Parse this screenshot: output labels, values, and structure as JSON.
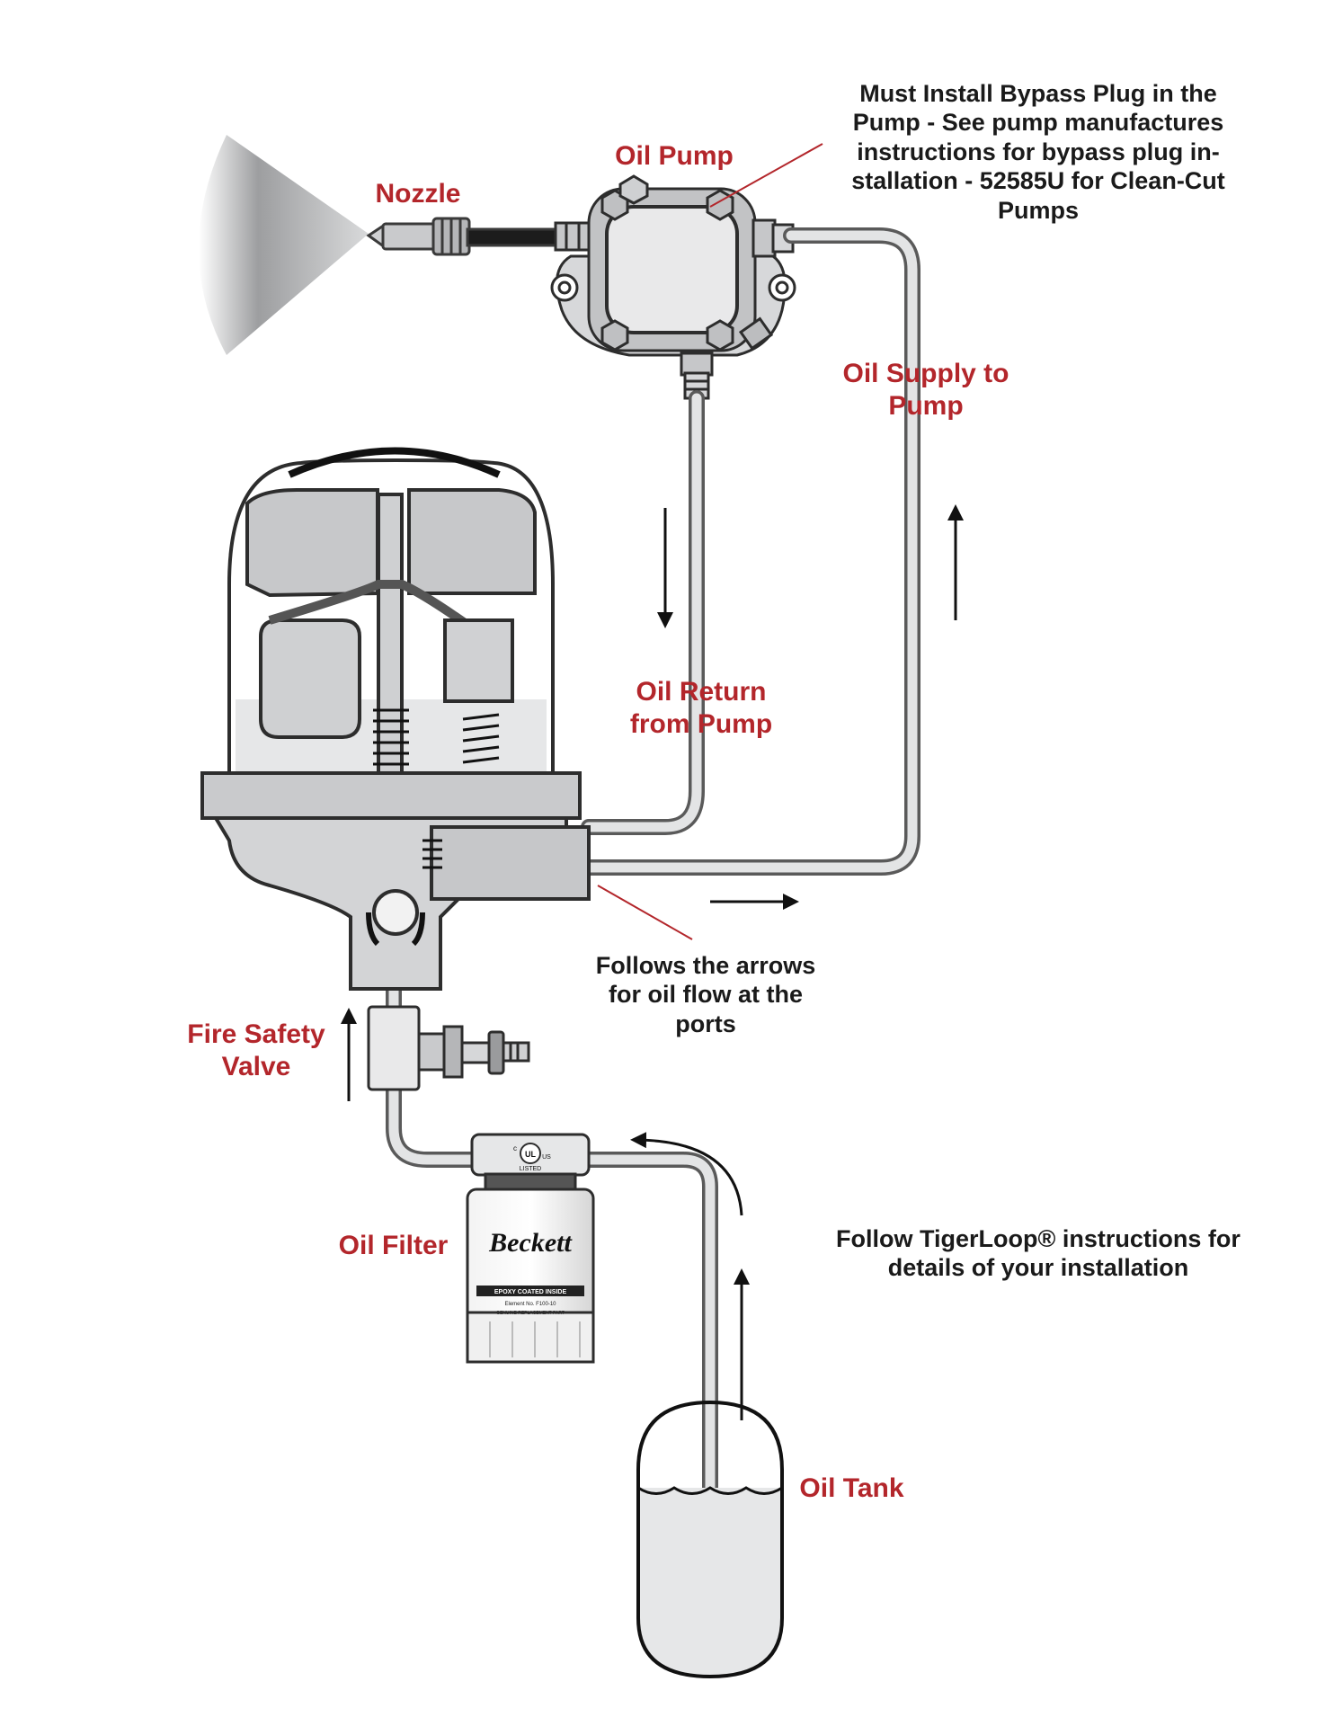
{
  "labels": {
    "nozzle": "Nozzle",
    "oil_pump": "Oil Pump",
    "bypass_note": [
      "Must Install Bypass Plug in the",
      "Pump  - See pump manufactures",
      "instructions for bypass plug in-",
      "stallation - 52585U for Clean-Cut",
      "Pumps"
    ],
    "oil_supply": [
      "Oil Supply to",
      "Pump"
    ],
    "oil_return": [
      "Oil Return",
      "from Pump"
    ],
    "follow_arrows": [
      "Follows the arrows",
      "for oil flow at the",
      "ports"
    ],
    "fire_safety_valve": [
      "Fire Safety",
      "Valve"
    ],
    "oil_filter": "Oil Filter",
    "tigerloop_note": [
      "Follow TigerLoop® instructions for",
      "details of your installation"
    ],
    "oil_tank": "Oil Tank"
  },
  "filter_logo": {
    "brand": "Beckett",
    "ul_mark": "UL",
    "ul_listed": "LISTED",
    "ul_c": "c",
    "ul_us": "US",
    "band_text": "EPOXY COATED INSIDE",
    "element": "Element No. F100-10",
    "genuine": "GENUINE REPLACEMENT PART"
  },
  "colors": {
    "label_red": "#b3262b",
    "tube": "#cfd0d2",
    "tube_outline": "#5a5a5a",
    "body_gray": "#c6c7c9",
    "dark_gray": "#7b7c7e",
    "oil_fill": "#e6e7e8"
  }
}
